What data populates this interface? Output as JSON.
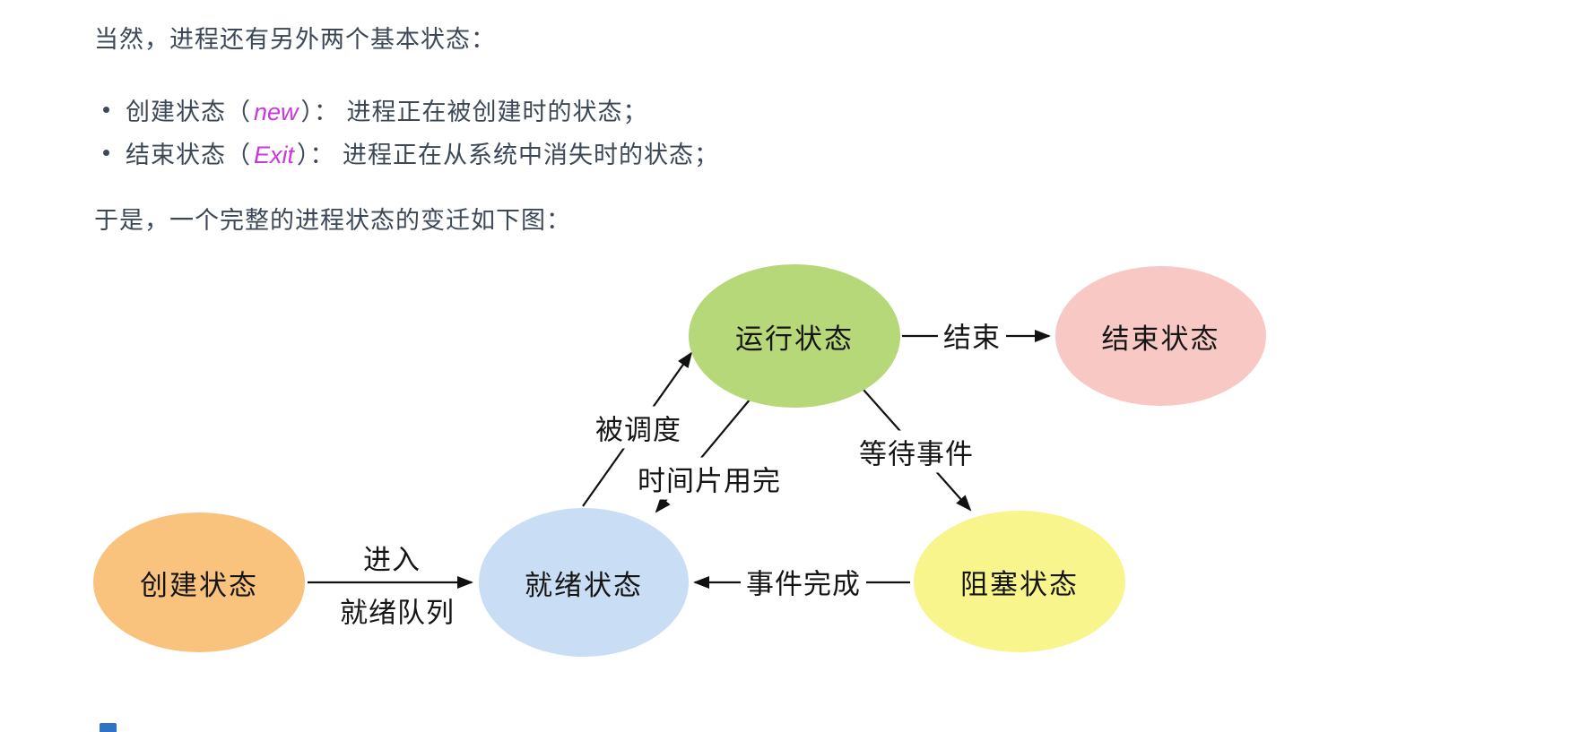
{
  "page": {
    "background": "#ffffff",
    "body_text_color": "#3c4858",
    "inline_code_color": "#cb36dd",
    "diagram_text_color": "#151515",
    "arrow_color": "#111111"
  },
  "text": {
    "para1": "当然，进程还有另外两个基本状态：",
    "bullets": [
      {
        "prefix": "创建状态（",
        "keyword": "new",
        "suffix": "）： 进程正在被创建时的状态；"
      },
      {
        "prefix": "结束状态（",
        "keyword": "Exit",
        "suffix": "）： 进程正在从系统中消失时的状态；"
      }
    ],
    "para2": "于是，一个完整的进程状态的变迁如下图："
  },
  "diagram": {
    "type": "state-transition-diagram",
    "nodes": [
      {
        "id": "running",
        "label": "运行状态",
        "color": "#b6d878"
      },
      {
        "id": "exit",
        "label": "结束状态",
        "color": "#f8c8c4"
      },
      {
        "id": "create",
        "label": "创建状态",
        "color": "#f9c37e"
      },
      {
        "id": "ready",
        "label": "就绪状态",
        "color": "#c9ddf4"
      },
      {
        "id": "blocked",
        "label": "阻塞状态",
        "color": "#f8f58c"
      }
    ],
    "edges": [
      {
        "from": "running",
        "to": "exit",
        "label": "结束"
      },
      {
        "from": "ready",
        "to": "running",
        "label": "被调度"
      },
      {
        "from": "running",
        "to": "ready",
        "label": "时间片用完"
      },
      {
        "from": "running",
        "to": "blocked",
        "label": "等待事件"
      },
      {
        "from": "blocked",
        "to": "ready",
        "label": "事件完成"
      },
      {
        "from": "create",
        "to": "ready",
        "label": "进入就绪队列",
        "label_lines": [
          "进入",
          "就绪队列"
        ]
      }
    ]
  }
}
